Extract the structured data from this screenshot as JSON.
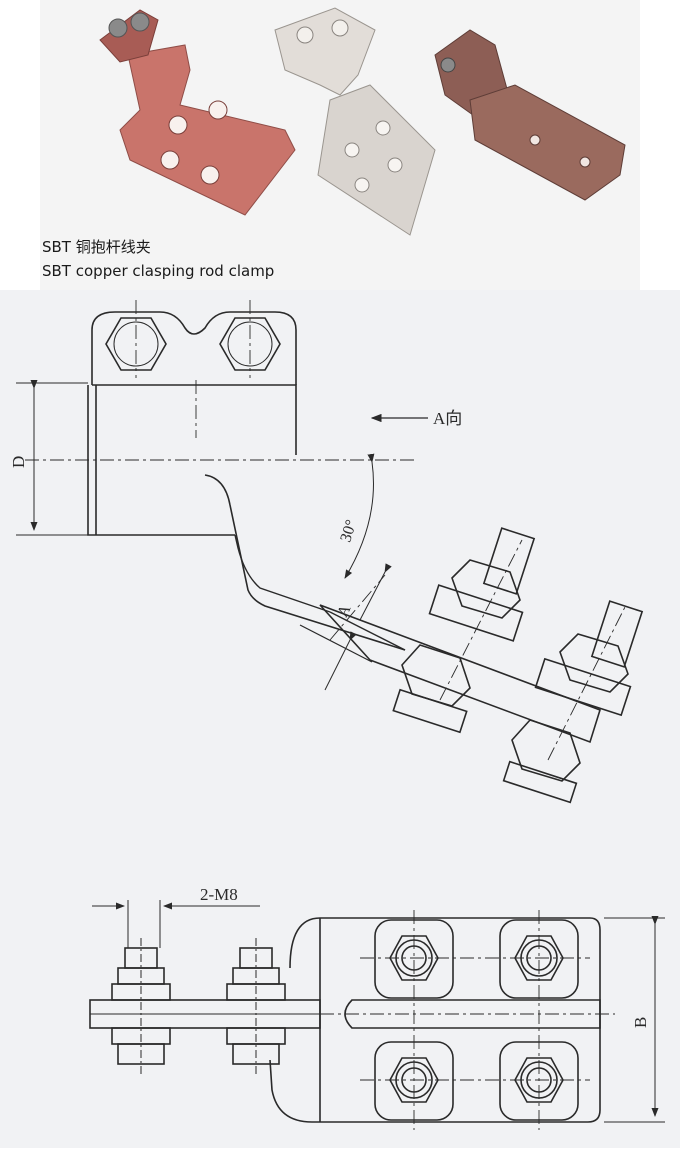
{
  "captions": {
    "chinese": "SBT 铜抱杆线夹",
    "english": "SBT copper clasping rod clamp"
  },
  "photo": {
    "clamps": [
      {
        "name": "copper clamp",
        "color": "#c9746b"
      },
      {
        "name": "tinned clamp",
        "color": "#d9d4cf"
      },
      {
        "name": "bronze clamp",
        "color": "#9a6a5e"
      }
    ]
  },
  "drawing": {
    "labels": {
      "direction": "A向",
      "dim_d": "D",
      "angle": "30°",
      "dim_a": "A",
      "bolts": "2-M8",
      "dim_b": "B"
    },
    "colors": {
      "line": "#2a2a2a",
      "background": "#f1f2f4"
    }
  }
}
